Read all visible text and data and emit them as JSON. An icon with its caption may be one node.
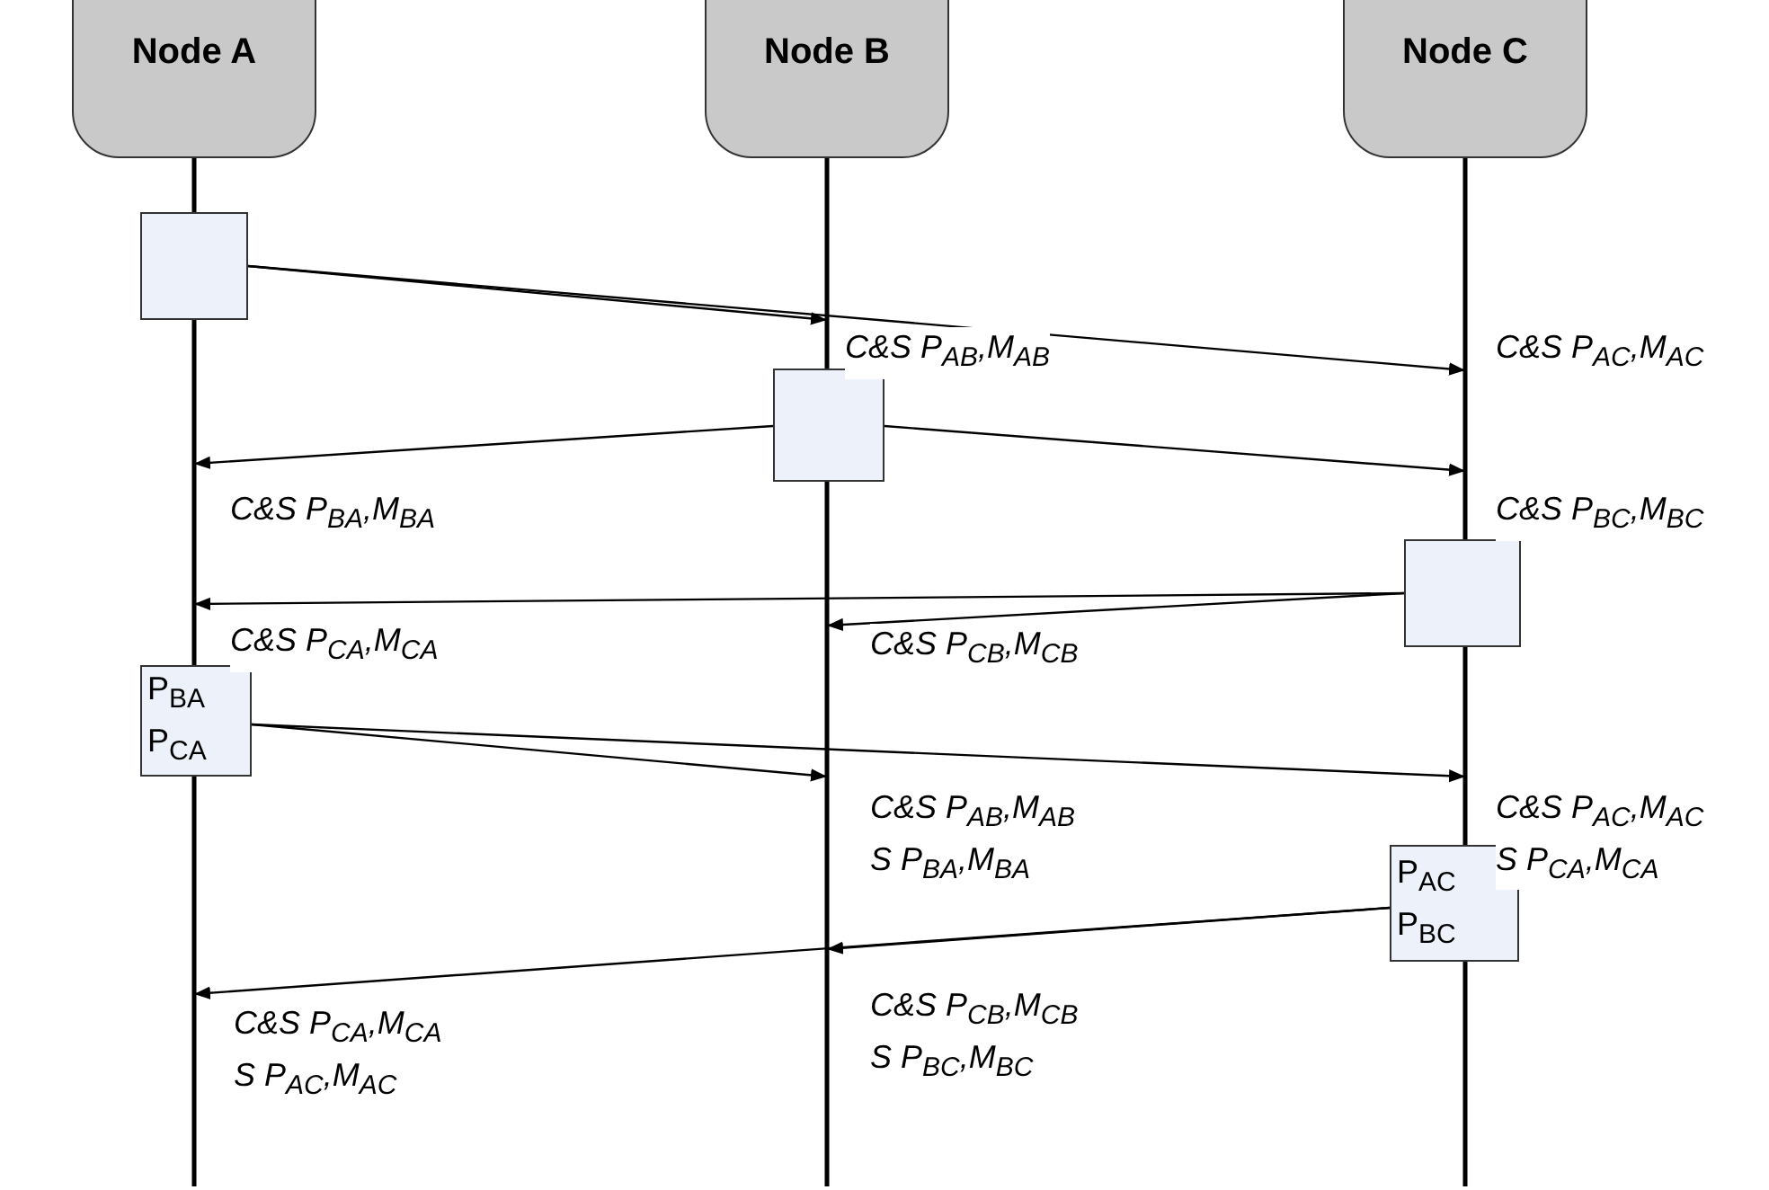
{
  "diagram": {
    "nodes": [
      {
        "text": [
          "Node A"
        ]
      },
      {
        "text": [
          "Node B"
        ]
      },
      {
        "text": [
          "Node C"
        ]
      },
      {
        "text": [],
        "shape": "box"
      },
      {
        "text": [],
        "shape": "box"
      },
      {
        "text": [],
        "shape": "box"
      },
      {
        "text": [
          "P$_{BA}$",
          "P$_{CA}$"
        ]
      },
      {
        "text": [
          "P$_{AC}$",
          "P$_{BC}$"
        ]
      }
    ],
    "edges": [
      {
        "from": 3,
        "to": null,
        "arrow": "to",
        "label": "C&S P$_{AB}$,M$_{AB}$"
      },
      {
        "from": 3,
        "to": null,
        "arrow": "to",
        "label": "C&S P$_{AC}$,M$_{AC}$"
      },
      {
        "from": 4,
        "to": null,
        "arrow": "to",
        "label": "C&S P$_{BA}$,M$_{BA}$"
      },
      {
        "from": 4,
        "to": null,
        "arrow": "to",
        "label": "C&S P$_{BC}$,M$_{BC}$"
      },
      {
        "from": 5,
        "to": null,
        "arrow": "to",
        "label": "C&S P$_{CA}$,M$_{CA}$"
      },
      {
        "from": 5,
        "to": null,
        "arrow": "to",
        "label": "C&S P$_{CB}$,M$_{CB}$"
      },
      {
        "from": 6,
        "to": null,
        "arrow": "to",
        "label": "C&S P$_{AB}$,M$_{AB}$ S P$_{BA}$,M$_{BA}$"
      },
      {
        "from": 6,
        "to": null,
        "arrow": "to",
        "label": "C&S P$_{AC}$,M$_{AC}$ S P$_{CA}$,M$_{CA}$"
      },
      {
        "from": 7,
        "to": null,
        "arrow": "to",
        "label": "C&S P$_{CA}$,M$_{CA}$ S P$_{AC}$,M$_{AC}$"
      },
      {
        "from": 7,
        "to": null,
        "arrow": "to",
        "label": "C&S P$_{CB}$,M$_{CB}$ S P$_{BC}$,M$_{BC}$"
      }
    ]
  }
}
